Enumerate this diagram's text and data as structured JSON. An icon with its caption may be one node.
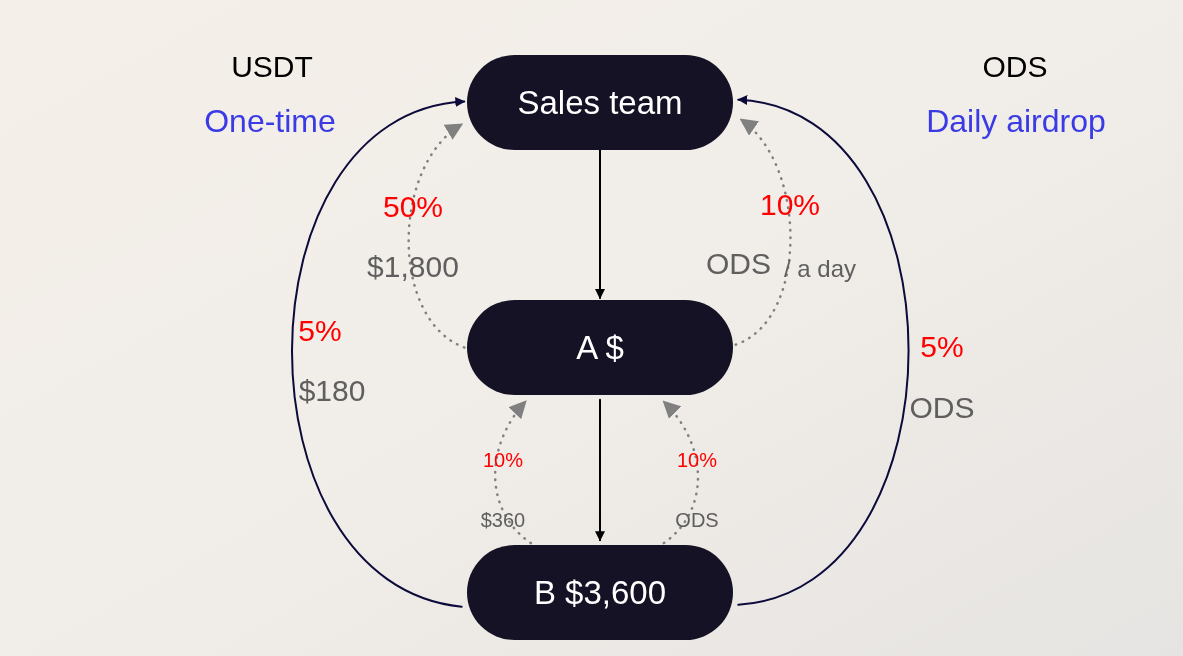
{
  "diagram": {
    "nodes": [
      {
        "text": [
          "Sales team"
        ]
      },
      {
        "text": [
          "A $"
        ]
      },
      {
        "text": [
          "B $3,600"
        ]
      }
    ],
    "edges": [
      {
        "from": 0,
        "to": 1,
        "arrow": "to",
        "color": "#000000"
      },
      {
        "from": 1,
        "to": 2,
        "arrow": "to",
        "color": "#000000"
      },
      {
        "from": 2,
        "to": 0,
        "arrow": "to",
        "color": "#0c0a3a"
      },
      {
        "from": 2,
        "to": 0,
        "arrow": "to",
        "color": "#0c0a3a"
      },
      {
        "from": 1,
        "to": 0,
        "arrow": "to",
        "style": "dashed",
        "color": "#808080"
      },
      {
        "from": 1,
        "to": 0,
        "arrow": "to",
        "style": "dashed",
        "color": "#808080"
      },
      {
        "from": 2,
        "to": 1,
        "arrow": "to",
        "style": "dashed",
        "color": "#808080"
      },
      {
        "from": 2,
        "to": 1,
        "arrow": "to",
        "style": "dashed",
        "color": "#808080"
      }
    ],
    "labels": [
      "USDT",
      "One-time",
      "ODS",
      "Daily airdrop",
      "50%",
      "$1,800",
      "10%",
      "ODS",
      "/ a day",
      "5%",
      "$180",
      "5%",
      "ODS",
      "10%",
      "$360",
      "10%",
      "ODS"
    ]
  }
}
